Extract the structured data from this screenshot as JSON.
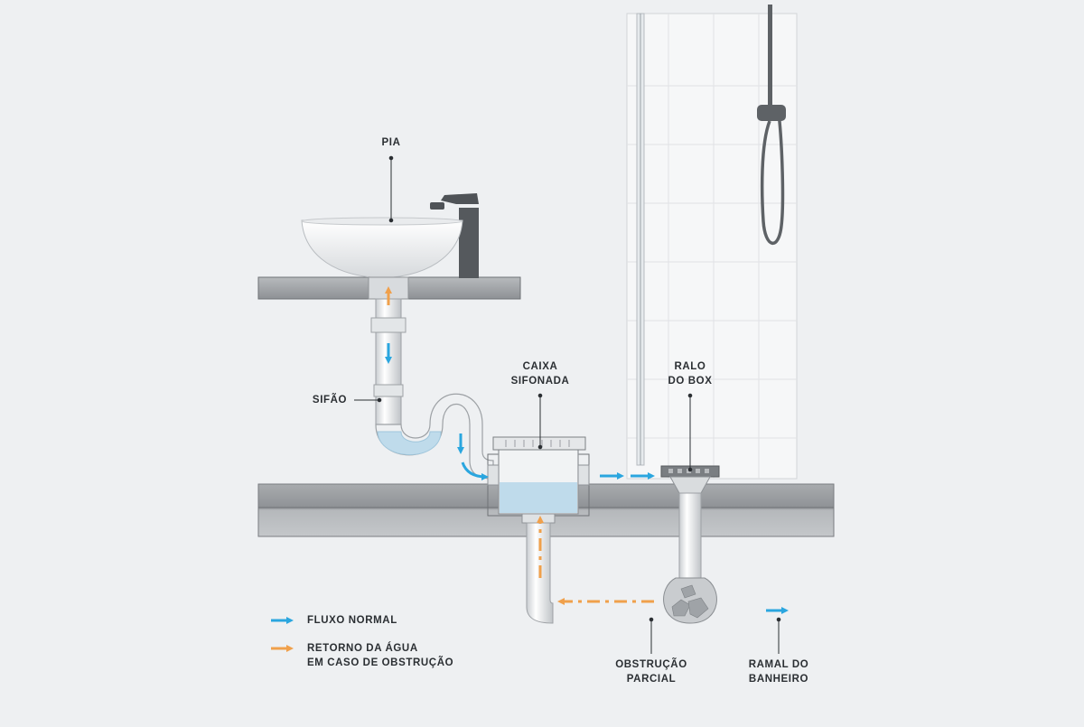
{
  "labels": {
    "pia": "PIA",
    "sifao": "SIFÃO",
    "caixa_sifonada": [
      "CAIXA",
      "SIFONADA"
    ],
    "ralo_do_box": [
      "RALO",
      "DO BOX"
    ],
    "obstrucao_parcial": [
      "OBSTRUÇÃO",
      "PARCIAL"
    ],
    "ramal_do_banheiro": [
      "RAMAL DO",
      "BANHEIRO"
    ]
  },
  "legend": {
    "normal_flow": "FLUXO NORMAL",
    "backflow": [
      "RETORNO DA ÁGUA",
      "EM CASO DE OBSTRUÇÃO"
    ]
  },
  "colors": {
    "normal_flow": "#2aa6df",
    "backflow": "#f0a04b",
    "background": "#eef0f2",
    "slab": "#9ea1a5",
    "water": "#bfdbeb"
  }
}
